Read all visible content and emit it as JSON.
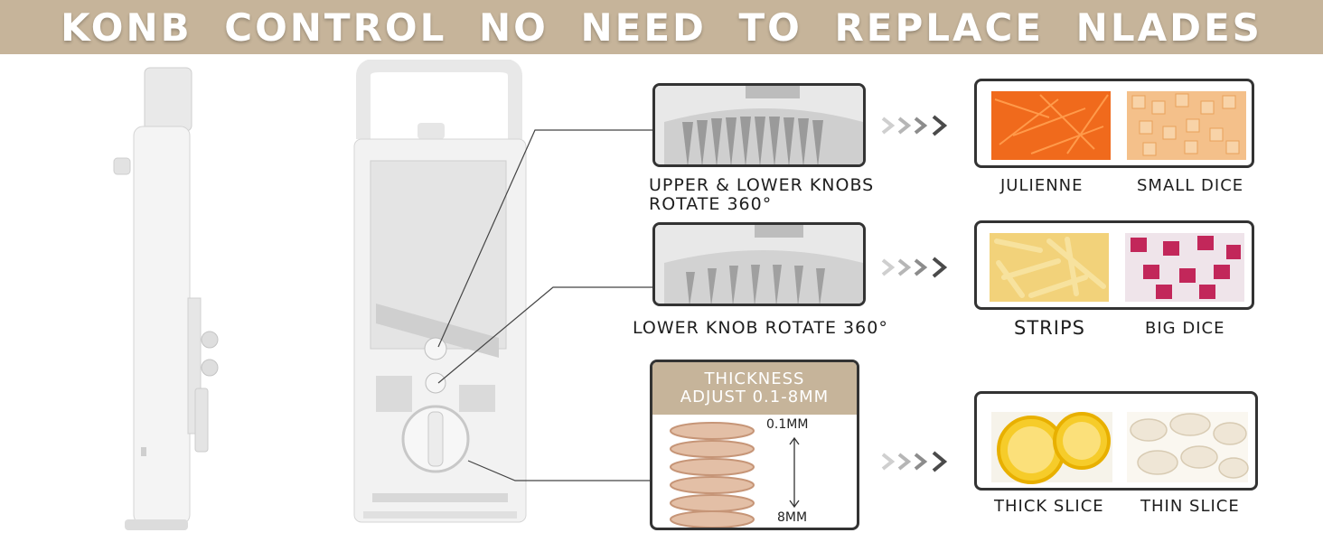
{
  "banner": {
    "title": "KONB CONTROL NO NEED TO REPLACE NLADES"
  },
  "captions": {
    "upper_lower_line1": "UPPER & LOWER KNOBS",
    "upper_lower_line2": "ROTATE 360°",
    "lower": "LOWER KNOB ROTATE 360°"
  },
  "thickness": {
    "title_line1": "THICKNESS",
    "title_line2": "ADJUST 0.1-8MM",
    "min_label": "0.1MM",
    "max_label": "8MM"
  },
  "cuts": {
    "julienne": "JULIENNE",
    "small_dice": "SMALL DICE",
    "strips": "STRIPS",
    "big_dice": "BIG DICE",
    "thick_slice": "THICK SLICE",
    "thin_slice": "THIN SLICE"
  },
  "colors": {
    "banner_bg": "#c6b49a",
    "box_border": "#333333",
    "arrow_light": "#c8c8c8",
    "arrow_dark": "#4a4a4a"
  },
  "icons": [
    "double-chevron-arrow-icon"
  ]
}
